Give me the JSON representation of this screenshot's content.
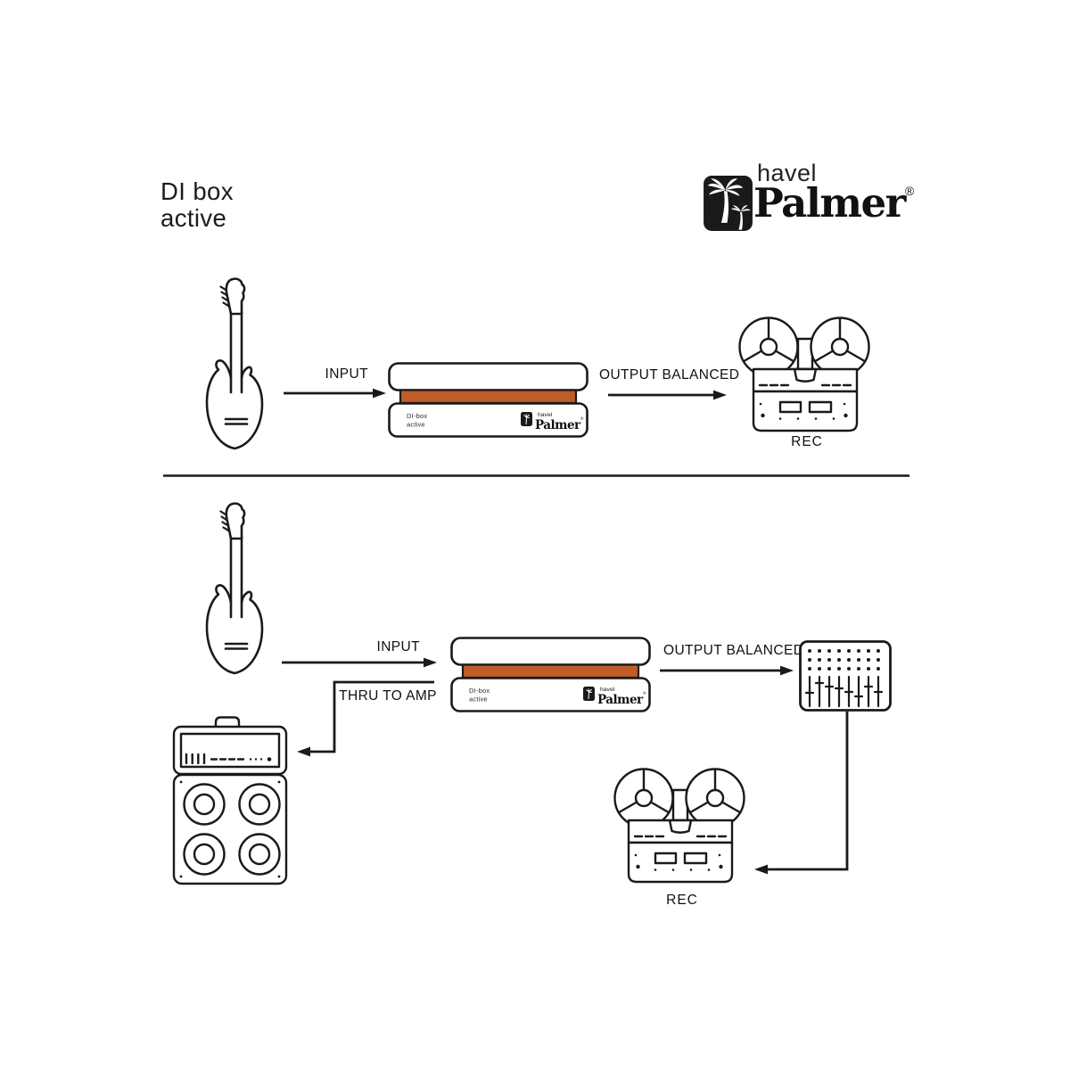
{
  "colors": {
    "bg": "#ffffff",
    "ink": "#1a1a1a",
    "accent": "#c05c28"
  },
  "title": {
    "line1": "DI box",
    "line2": "active"
  },
  "brand": {
    "name_top": "havel",
    "name_main": "Palmer",
    "reg": "®"
  },
  "device": {
    "label_line1": "DI-box",
    "label_line2": "active",
    "brand_top": "havel",
    "brand_main": "Palmer",
    "reg": "®"
  },
  "labels": {
    "input": "INPUT",
    "output": "OUTPUT BALANCED",
    "thru": "THRU TO AMP",
    "rec": "REC"
  },
  "icons": [
    "palm-tree-icon",
    "guitar-icon",
    "di-box-device",
    "tape-recorder-icon",
    "amp-stack-icon",
    "mixer-icon"
  ]
}
